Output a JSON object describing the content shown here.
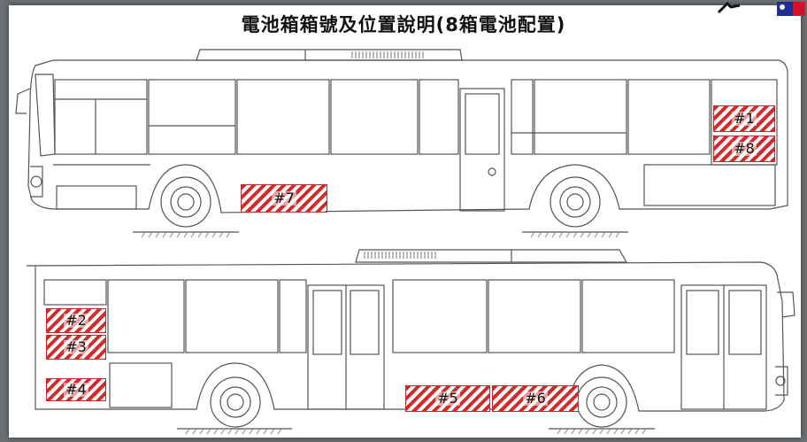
{
  "title": "電池箱箱號及位置說明(8箱電池配置)",
  "colors": {
    "frame": "#6b7074",
    "hatch": "#d42a2a",
    "line": "#555555",
    "flag_red": "#d0142b",
    "flag_blue": "#1f2f8f"
  },
  "battery_boxes": {
    "b1": "#1",
    "b2": "#2",
    "b3": "#3",
    "b4": "#4",
    "b5": "#5",
    "b6": "#6",
    "b7": "#7",
    "b8": "#8"
  }
}
